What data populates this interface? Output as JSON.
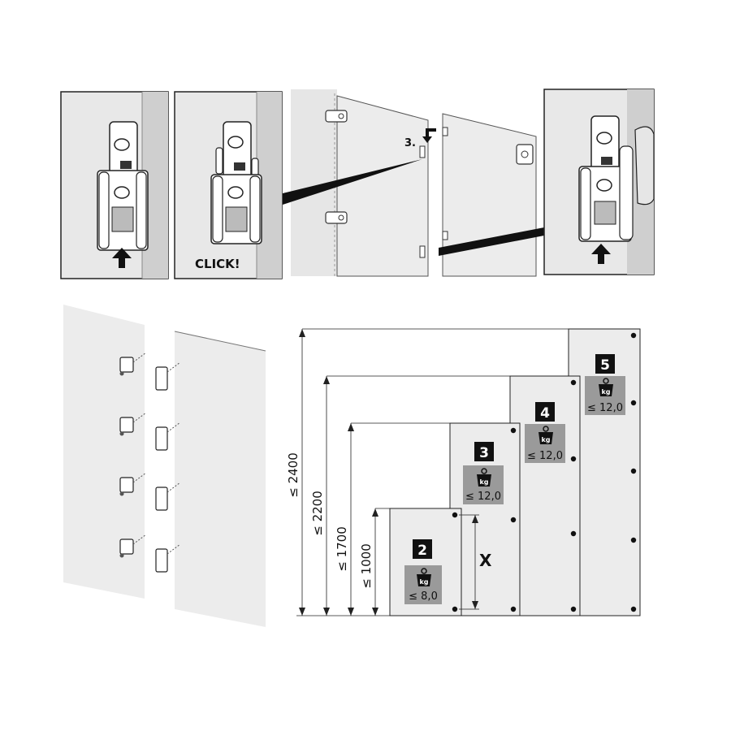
{
  "steps": {
    "click_label": "CLICK!",
    "step3_label": "3."
  },
  "heights": [
    {
      "label": "≤ 2400"
    },
    {
      "label": "≤ 2200"
    },
    {
      "label": "≤ 1700"
    },
    {
      "label": "≤ 1000"
    }
  ],
  "panels": [
    {
      "hinges": "2",
      "weight": "≤ 8,0",
      "weight_icon": "kg"
    },
    {
      "hinges": "3",
      "weight": "≤ 12,0",
      "weight_icon": "kg"
    },
    {
      "hinges": "4",
      "weight": "≤ 12,0",
      "weight_icon": "kg"
    },
    {
      "hinges": "5",
      "weight": "≤ 12,0",
      "weight_icon": "kg"
    }
  ],
  "x_label": "X",
  "colors": {
    "panel_fill": "#ececec",
    "panel_dark": "#d6d6d6",
    "label_box": "#9a9a9a",
    "number_box": "#111111",
    "line": "#222222"
  }
}
